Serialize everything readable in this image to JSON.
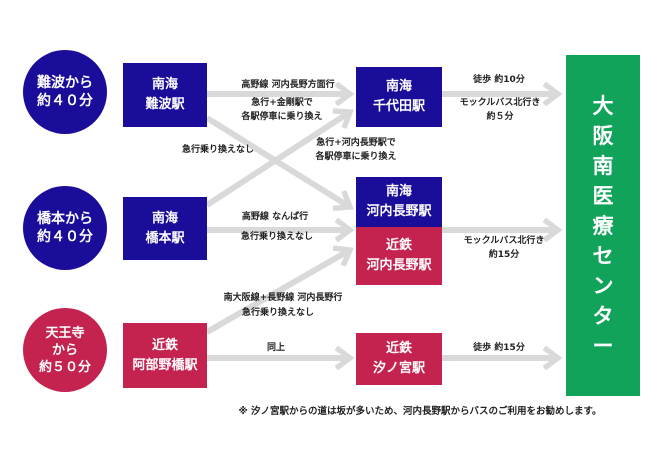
{
  "origins": [
    {
      "label": "難波から\n約４０分",
      "color": "#1a0d9a"
    },
    {
      "label": "橋本から\n約４０分",
      "color": "#1a0d9a"
    },
    {
      "label": "天王寺\nから\n約５０分",
      "color": "#c5234f"
    }
  ],
  "stations": {
    "namba": [
      "南海",
      "難波駅"
    ],
    "hashimoto": [
      "南海",
      "橋本駅"
    ],
    "abenobashi": [
      "近鉄",
      "阿部野橋駅"
    ],
    "chiyoda": [
      "南海",
      "千代田駅"
    ],
    "kawachinagano_nankai": [
      "南海",
      "河内長野駅"
    ],
    "kawachinagano_kintetsu": [
      "近鉄",
      "河内長野駅"
    ],
    "shionomiya": [
      "近鉄",
      "汐ノ宮駅"
    ]
  },
  "destination": [
    "大",
    "阪",
    "南",
    "医",
    "療",
    "セ",
    "ン",
    "タ",
    "ー"
  ],
  "labels": {
    "namba_chiyoda_1": "高野線 河内長野方面行",
    "namba_chiyoda_2": "急行+金剛駅で",
    "namba_chiyoda_3": "各駅停車に乗り換え",
    "namba_kawachi": "急行乗り換えなし",
    "hashimoto_chiyoda_1": "急行+河内長野駅で",
    "hashimoto_chiyoda_2": "各駅停車に乗り換え",
    "hashimoto_kawachi_1": "高野線 なんば行",
    "hashimoto_kawachi_2": "急行乗り換えなし",
    "abeno_kawachi_1": "南大阪線+長野線 河内長野行",
    "abeno_kawachi_2": "急行乗り換えなし",
    "abeno_shionomiya": "同上",
    "chiyoda_dest_1": "徒歩 約10分",
    "chiyoda_dest_2": "モックルバス北行き",
    "chiyoda_dest_3": "約５分",
    "kawachi_dest_1": "モックルバス北行き",
    "kawachi_dest_2": "約15分",
    "shionomiya_dest": "徒歩 約15分"
  },
  "note": "※ 汐ノ宮駅からの道は坂が多いため、河内長野駅からバスのご利用をお勧めします。",
  "colors": {
    "nankai": "#1a0d9a",
    "kintetsu": "#c5234f",
    "destination": "#12a35a",
    "arrow": "#d9d9d9"
  }
}
